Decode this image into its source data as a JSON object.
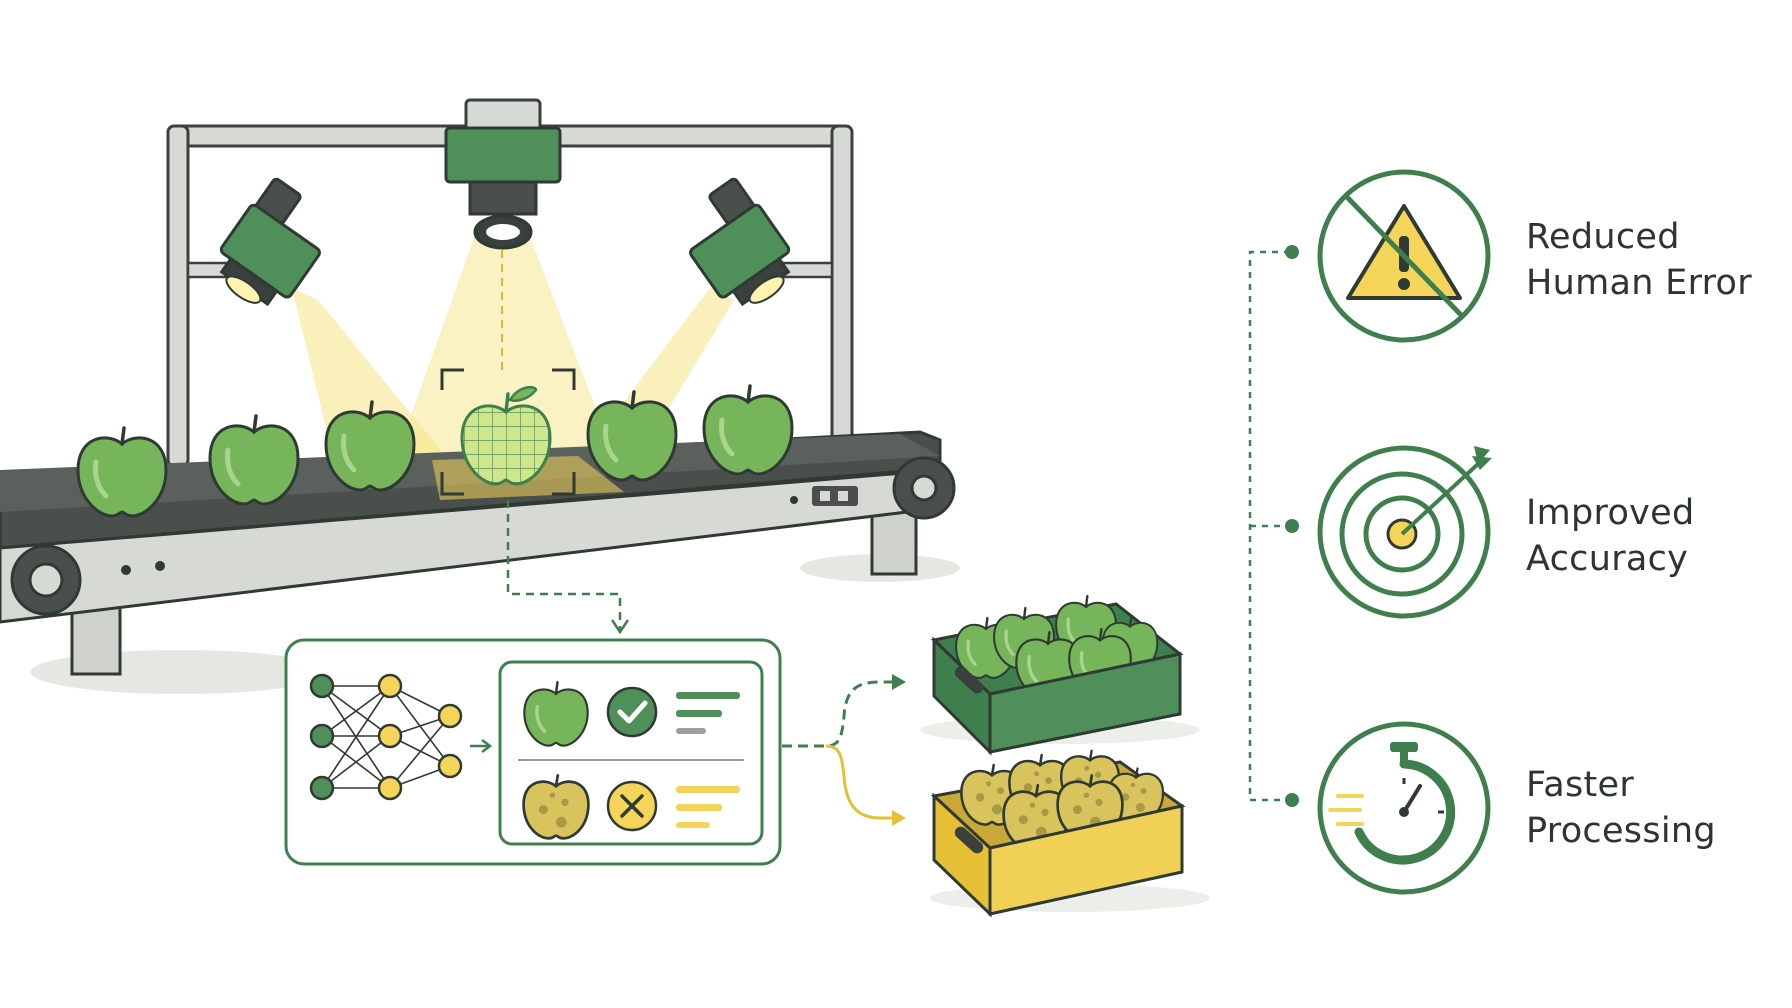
{
  "benefits": [
    {
      "id": "reduced-human-error",
      "line1": "Reduced",
      "line2": "Human Error",
      "icon": "no-warning-icon"
    },
    {
      "id": "improved-accuracy",
      "line1": "Improved",
      "line2": "Accuracy",
      "icon": "target-icon"
    },
    {
      "id": "faster-processing",
      "line1": "Faster",
      "line2": "Processing",
      "icon": "stopwatch-icon"
    }
  ],
  "classification": {
    "accepted": {
      "result": "accept",
      "icon": "check-icon"
    },
    "rejected": {
      "result": "reject",
      "icon": "cross-icon"
    }
  },
  "bins": [
    {
      "id": "good-apples-crate",
      "color": "#4f8f5a"
    },
    {
      "id": "defective-apples-crate",
      "color": "#f1d056"
    }
  ],
  "colors": {
    "green": "#3f7f4e",
    "light_green": "#76b55a",
    "yellow": "#f4d55a",
    "dark": "#3a403d",
    "frame": "#d7d9d4"
  }
}
